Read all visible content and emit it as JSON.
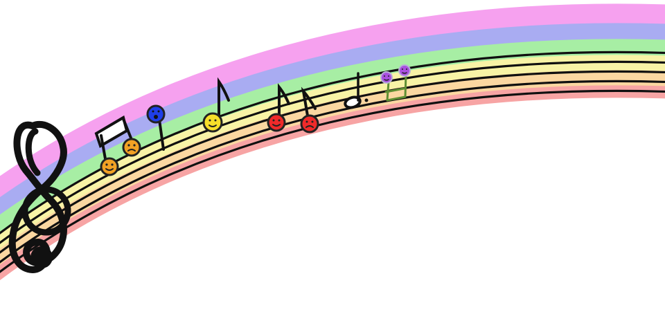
{
  "illustration": {
    "rainbow_colors": {
      "magenta": "#f6a1ef",
      "blue": "#a9acf2",
      "green": "#a7eea4",
      "yellow": "#f8f3a6",
      "peach": "#fbd7a1",
      "pink": "#f7a4a4",
      "line": "#101010"
    },
    "icons": [
      "treble-clef-icon",
      "beamed-eighth-notes-icon",
      "quarter-note-icon",
      "eighth-note-icon",
      "half-note-icon"
    ],
    "notes": [
      {
        "name": "orange-note-smile",
        "color": "#f2a124",
        "mood": "happy"
      },
      {
        "name": "orange-note-frown",
        "color": "#f2a124",
        "mood": "sad"
      },
      {
        "name": "blue-note",
        "color": "#1f3ee8",
        "mood": "surprised"
      },
      {
        "name": "yellow-note",
        "color": "#f7df2a",
        "mood": "happy"
      },
      {
        "name": "red-note-smile",
        "color": "#ef2a2a",
        "mood": "happy"
      },
      {
        "name": "red-note-frown",
        "color": "#ef2a2a",
        "mood": "sad"
      },
      {
        "name": "black-half-note",
        "color": "#111111",
        "mood": "none"
      },
      {
        "name": "purple-note-left",
        "color": "#a94fe0",
        "mood": "happy"
      },
      {
        "name": "purple-note-right",
        "color": "#a94fe0",
        "mood": "happy"
      }
    ]
  }
}
